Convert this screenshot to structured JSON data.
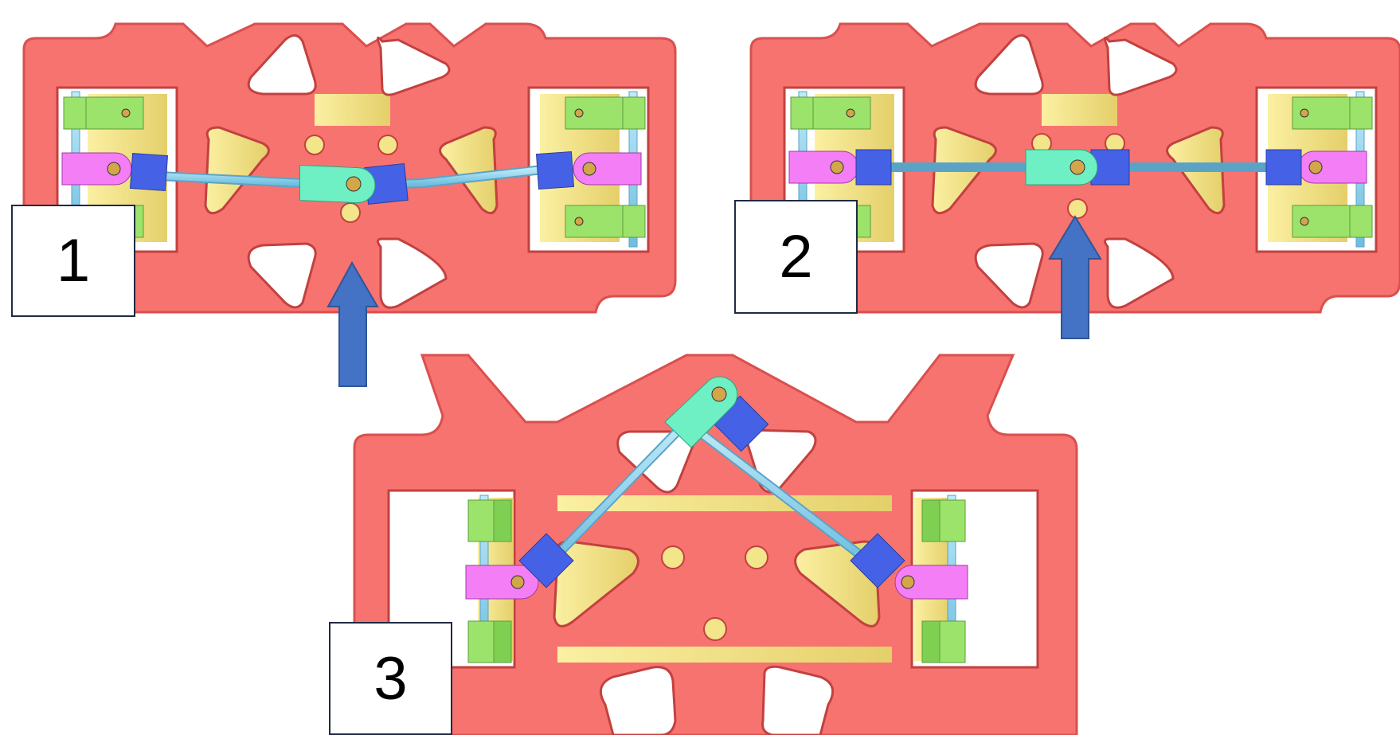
{
  "panels": [
    {
      "label": "1",
      "state": "bent-down"
    },
    {
      "label": "2",
      "state": "straight"
    },
    {
      "label": "3",
      "state": "folded-up"
    }
  ],
  "colors": {
    "plate": "#f77370",
    "plate_edge": "#d9504e",
    "yellow": "#f3e58a",
    "green": "#9be36a",
    "magenta": "#f37ef5",
    "blue": "#4561e6",
    "rod": "#8fd3ef",
    "mint": "#6ff0c4",
    "pin": "#d4a64a",
    "arrow": "#4472c4",
    "label_border": "#1f2a44"
  },
  "icons": [
    "arrow-up-icon",
    "arrow-up-icon"
  ]
}
